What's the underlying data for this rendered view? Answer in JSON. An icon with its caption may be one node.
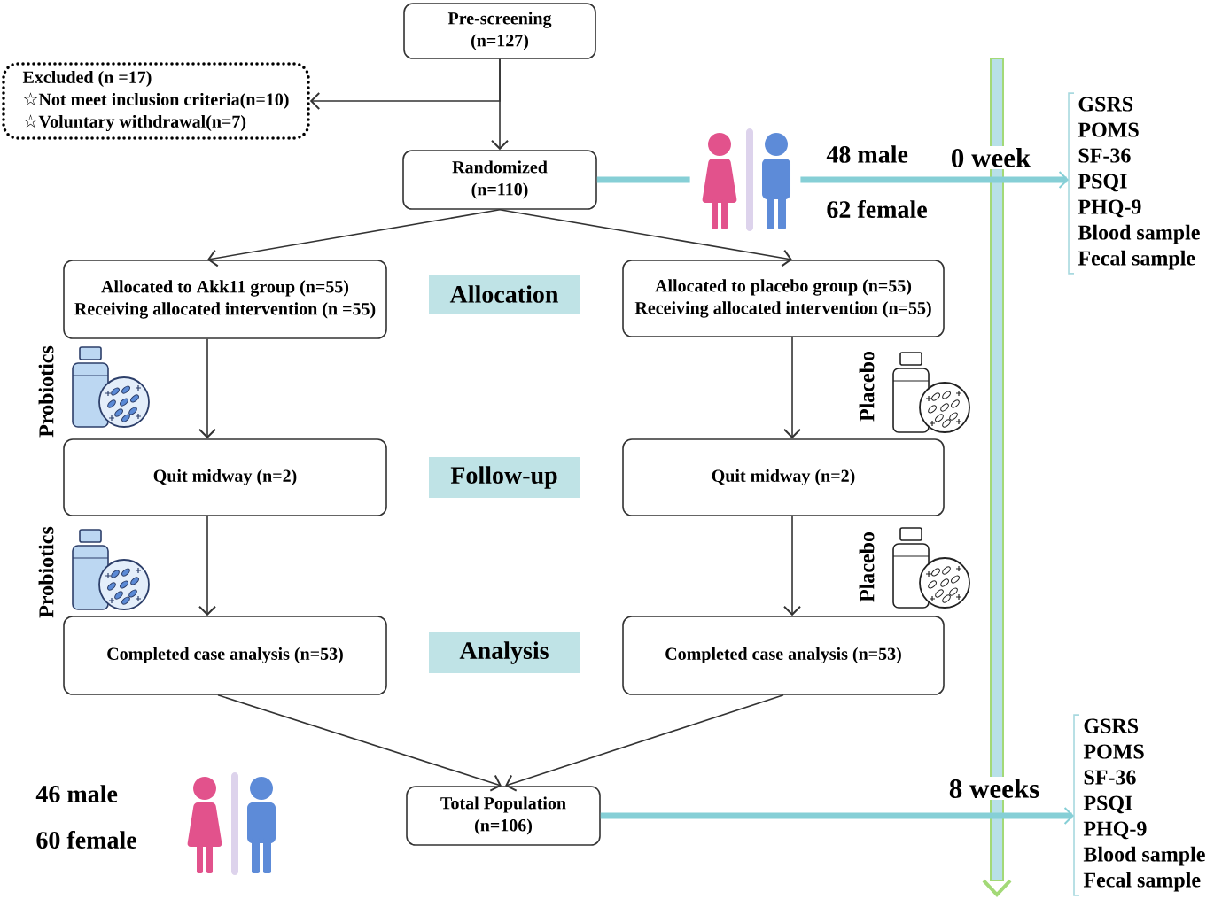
{
  "diagram": {
    "nodes": [
      {
        "text": [
          "Pre-screening",
          "(n=127)"
        ]
      },
      {
        "text": [
          "Excluded (n =17)",
          "☆Not meet inclusion criteria(n=10)",
          "☆Voluntary withdrawal(n=7)"
        ]
      },
      {
        "text": [
          "Randomized",
          "(n=110)"
        ]
      },
      {
        "text": [],
        "shape": "picture",
        "beside": [
          "48 male",
          "62 female"
        ]
      },
      {
        "text": [
          "GSRS",
          "POMS",
          "SF-36",
          "PSQI",
          "PHQ-9",
          "Blood sample",
          "Fecal sample"
        ]
      },
      {
        "text": [
          "Allocated to Akk11 group (n=55)",
          "Receiving allocated intervention (n =55)"
        ]
      },
      {
        "text": [
          "Allocation"
        ]
      },
      {
        "text": [
          "Allocated to placebo group (n=55)",
          "Receiving allocated intervention (n=55)"
        ]
      },
      {
        "text": [
          "Quit midway (n=2)"
        ]
      },
      {
        "text": [
          "Follow-up"
        ]
      },
      {
        "text": [
          "Quit midway (n=2)"
        ]
      },
      {
        "text": [
          "Completed case analysis (n=53)"
        ]
      },
      {
        "text": [
          "Analysis"
        ]
      },
      {
        "text": [
          "Completed case analysis (n=53)"
        ]
      },
      {
        "text": [
          "Total Population",
          "(n=106)"
        ]
      },
      {
        "text": [
          "GSRS",
          "POMS",
          "SF-36",
          "PSQI",
          "PHQ-9",
          "Blood sample",
          "Fecal sample"
        ]
      }
    ],
    "edges": [
      {
        "from": 0,
        "to": 2,
        "arrow": "to"
      },
      {
        "from": 0,
        "to": 1,
        "arrow": "to"
      },
      {
        "from": 2,
        "to": 5,
        "arrow": "to"
      },
      {
        "from": 2,
        "to": 7,
        "arrow": "to"
      },
      {
        "from": 2,
        "to": 3,
        "arrow": "none",
        "style": "thick",
        "color": "#86cfd6"
      },
      {
        "from": 3,
        "to": 4,
        "arrow": "to",
        "label": "0 week",
        "style": "thick",
        "color": "#86cfd6"
      },
      {
        "from": 5,
        "to": 8,
        "arrow": "to"
      },
      {
        "from": 7,
        "to": 10,
        "arrow": "to"
      },
      {
        "from": 8,
        "to": 11,
        "arrow": "to"
      },
      {
        "from": 10,
        "to": 13,
        "arrow": "to"
      },
      {
        "from": 11,
        "to": 14,
        "arrow": "to"
      },
      {
        "from": 13,
        "to": 14,
        "arrow": "to"
      },
      {
        "from": 14,
        "to": 15,
        "arrow": "to",
        "label": "8 weeks",
        "style": "thick",
        "color": "#86cfd6"
      }
    ],
    "labels": [
      "Probiotics",
      "Placebo",
      "Probiotics",
      "Placebo",
      "46 male",
      "60 female"
    ]
  }
}
